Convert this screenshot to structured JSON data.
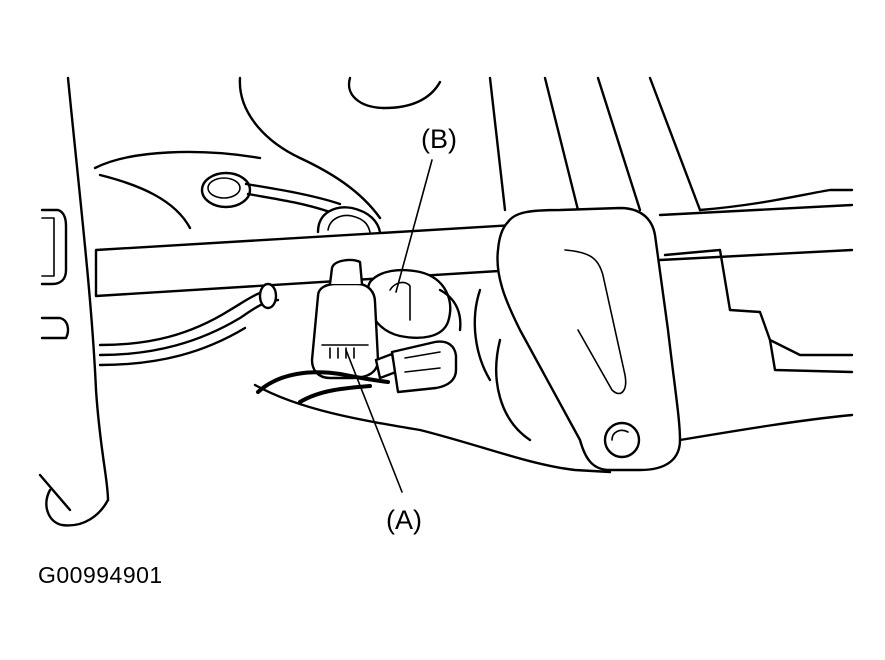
{
  "figure": {
    "figure_code": "G00994901",
    "callouts": [
      {
        "id": "A",
        "text": "(A)"
      },
      {
        "id": "B",
        "text": "(B)"
      }
    ],
    "line_color": "#000000",
    "background_color": "#ffffff"
  }
}
